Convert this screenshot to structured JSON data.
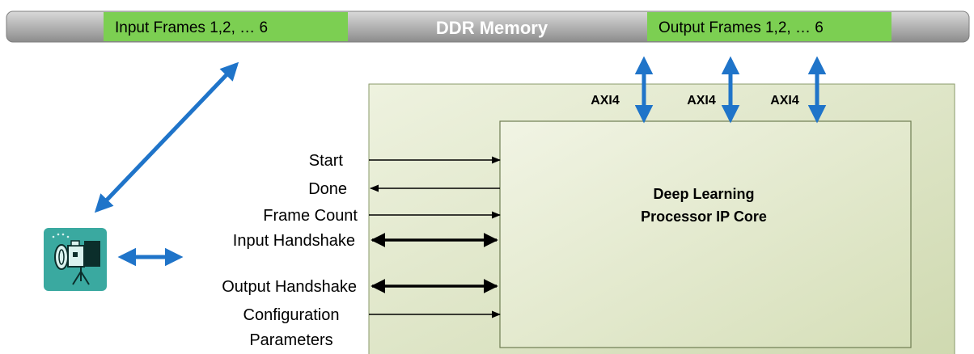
{
  "memory_bar": {
    "title": "DDR Memory",
    "input_frames": "Input Frames 1,2, … 6",
    "output_frames": "Output Frames 1,2, … 6"
  },
  "axi_labels": [
    "AXI4",
    "AXI4",
    "AXI4"
  ],
  "ip_core": {
    "title_line1": "Deep Learning",
    "title_line2": "Processor IP Core"
  },
  "signals": {
    "start": "Start",
    "done": "Done",
    "frame_count": "Frame Count",
    "input_handshake": "Input Handshake",
    "output_handshake": "Output Handshake",
    "configuration_line1": "Configuration",
    "configuration_line2": "Parameters"
  },
  "icons": {
    "camera": "camera-icon"
  },
  "colors": {
    "memory_bar": "#a6a6a6",
    "frame_highlight": "#7ccf52",
    "outer_block": "#dfe6c9",
    "inner_block": "#e6ecd0",
    "blue_arrow": "#1f74c9",
    "camera_bg": "#3aa9a0"
  }
}
